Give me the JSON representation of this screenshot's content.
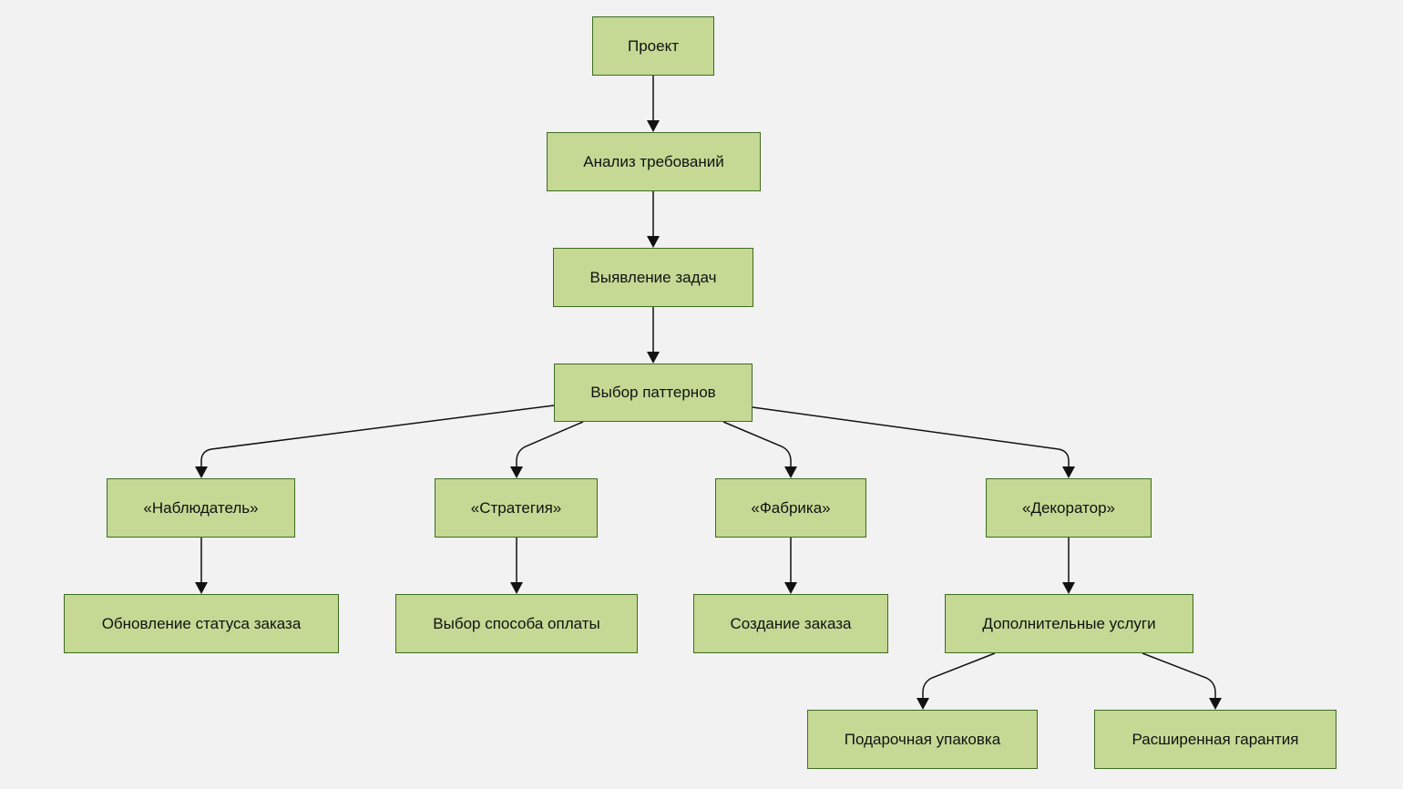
{
  "diagram": {
    "nodes": {
      "project": "Проект",
      "requirements": "Анализ требований",
      "tasks": "Выявление задач",
      "patterns": "Выбор паттернов",
      "observer": "«Наблюдатель»",
      "strategy": "«Стратегия»",
      "factory": "«Фабрика»",
      "decorator": "«Декоратор»",
      "status_update": "Обновление статуса заказа",
      "payment": "Выбор способа оплаты",
      "order_create": "Создание заказа",
      "extra_services": "Дополнительные услуги",
      "gift_wrap": "Подарочная упаковка",
      "warranty": "Расширенная гарантия"
    },
    "edges": [
      [
        "project",
        "requirements"
      ],
      [
        "requirements",
        "tasks"
      ],
      [
        "tasks",
        "patterns"
      ],
      [
        "patterns",
        "observer"
      ],
      [
        "patterns",
        "strategy"
      ],
      [
        "patterns",
        "factory"
      ],
      [
        "patterns",
        "decorator"
      ],
      [
        "observer",
        "status_update"
      ],
      [
        "strategy",
        "payment"
      ],
      [
        "factory",
        "order_create"
      ],
      [
        "decorator",
        "extra_services"
      ],
      [
        "extra_services",
        "gift_wrap"
      ],
      [
        "extra_services",
        "warranty"
      ]
    ]
  }
}
